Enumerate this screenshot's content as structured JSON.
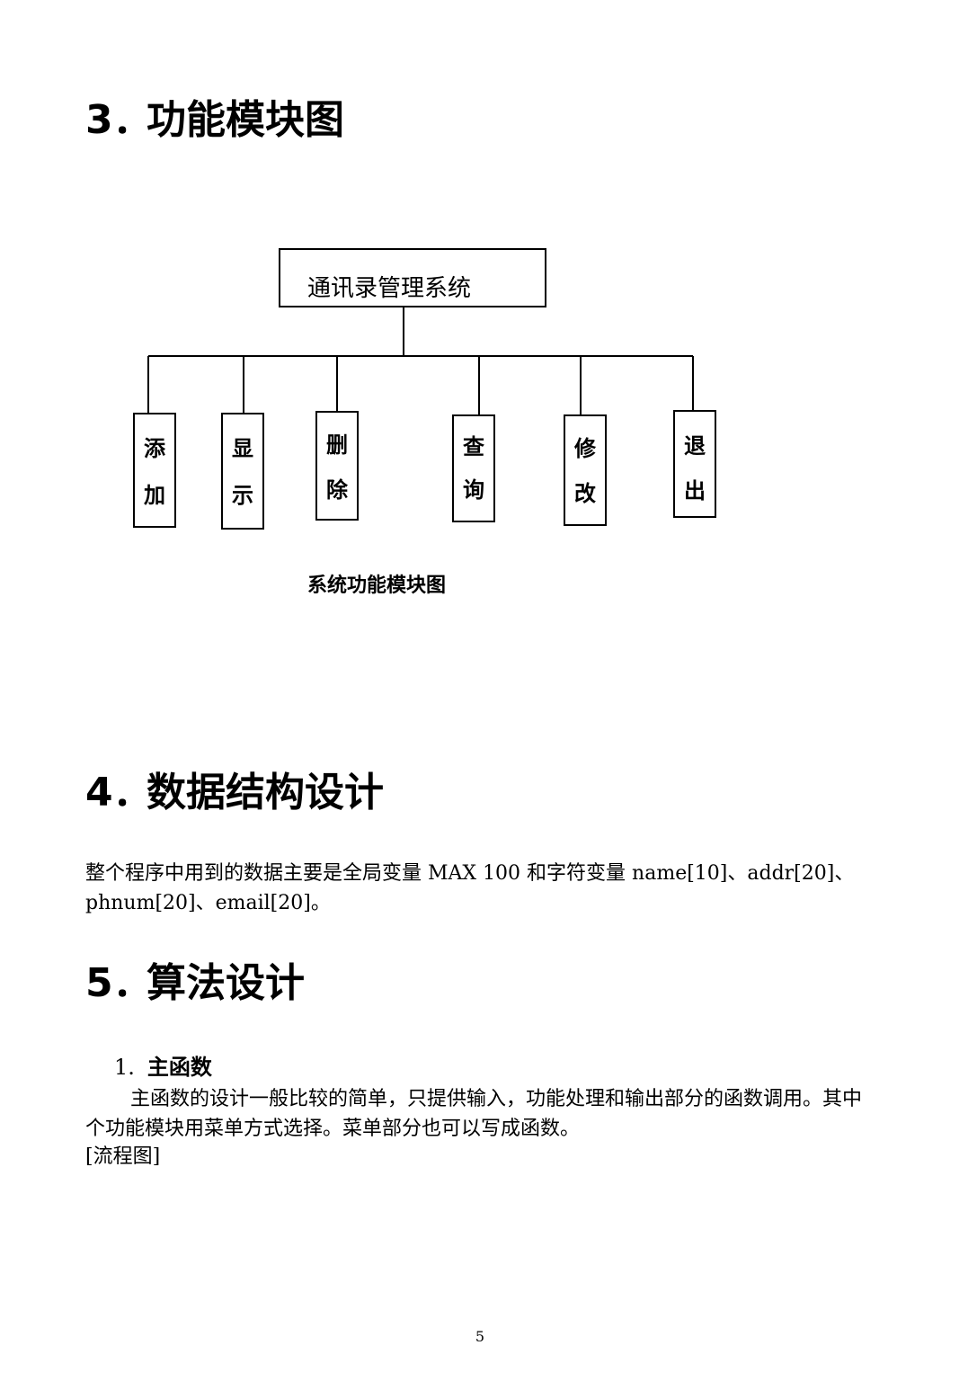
{
  "sections": {
    "s3": {
      "number": "3．",
      "title": "功能模块图"
    },
    "s4": {
      "number": "4．",
      "title": "数据结构设计",
      "paragraph": "整个程序中用到的数据主要是全局变量 MAX 100 和字符变量 name[10]、addr[20]、phnum[20]、email[20]。"
    },
    "s5": {
      "number": "5．",
      "title": "算法设计",
      "subsection": {
        "number": "1.",
        "title": "主函数",
        "paragraph": "主函数的设计一般比较的简单，只提供输入，功能处理和输出部分的函数调用。其中个功能模块用菜单方式选择。菜单部分也可以写成函数。",
        "placeholder": "[流程图]"
      }
    }
  },
  "diagram": {
    "root": "通讯录管理系统",
    "children": [
      {
        "top": "添",
        "bottom": "加"
      },
      {
        "top": "显",
        "bottom": "示"
      },
      {
        "top": "删",
        "bottom": "除"
      },
      {
        "top": "查",
        "bottom": "询"
      },
      {
        "top": "修",
        "bottom": "改"
      },
      {
        "top": "退",
        "bottom": "出"
      }
    ],
    "caption": "系统功能模块图"
  },
  "footer": {
    "page_number": "5"
  }
}
